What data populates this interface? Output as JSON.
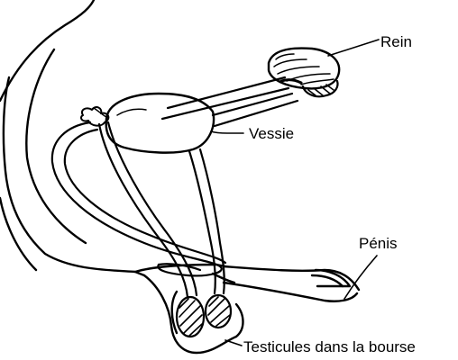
{
  "diagram": {
    "labels": {
      "kidney": "Rein",
      "bladder": "Vessie",
      "penis": "Pénis",
      "testicles": "Testicules dans la bourse"
    }
  },
  "colors": {
    "ink": "#000000",
    "paper": "#ffffff"
  }
}
